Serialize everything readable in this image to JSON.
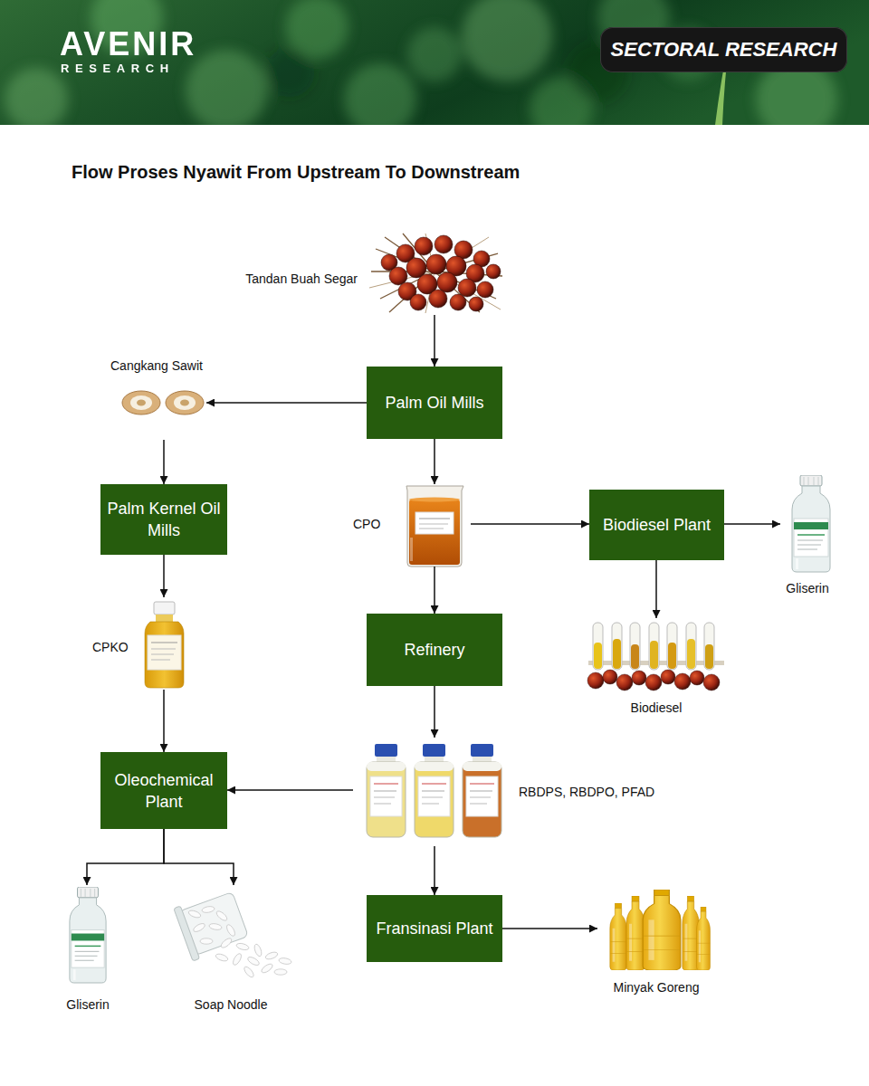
{
  "diagram": {
    "title": "Flow Proses Nyawit From Upstream To Downstream",
    "nodes": [
      {
        "text": [
          "SECTORAL RESEARCH"
        ]
      },
      {
        "text": [
          "Tandan Buah Segar"
        ]
      },
      {
        "text": [
          "Cangkang Sawit"
        ]
      },
      {
        "text": [
          "Palm Oil Mills"
        ]
      },
      {
        "text": [
          "Palm Kernel Oil Mills"
        ]
      },
      {
        "text": [
          "CPO"
        ]
      },
      {
        "text": [
          "Biodiesel Plant"
        ]
      },
      {
        "text": [
          "Gliserin"
        ]
      },
      {
        "text": [
          "Refinery"
        ]
      },
      {
        "text": [
          "CPKO"
        ]
      },
      {
        "text": [
          "Biodiesel"
        ]
      },
      {
        "text": [
          "Oleochemical Plant"
        ]
      },
      {
        "text": [
          "RBDPS, RBDPO, PFAD"
        ]
      },
      {
        "text": [
          "Fransinasi Plant"
        ]
      },
      {
        "text": [
          "Minyak Goreng"
        ]
      },
      {
        "text": [
          "Gliserin"
        ]
      },
      {
        "text": [
          "Soap Noodle"
        ]
      }
    ],
    "edges": [
      {
        "from": 1,
        "to": 3,
        "arrow": "to"
      },
      {
        "from": 3,
        "to": 2,
        "arrow": "to"
      },
      {
        "from": 2,
        "to": 4,
        "arrow": "to"
      },
      {
        "from": 3,
        "to": 5,
        "arrow": "to"
      },
      {
        "from": 4,
        "to": 9,
        "arrow": "to"
      },
      {
        "from": 5,
        "to": 6,
        "arrow": "to"
      },
      {
        "from": 6,
        "to": 7,
        "arrow": "to"
      },
      {
        "from": 6,
        "to": 10,
        "arrow": "to"
      },
      {
        "from": 5,
        "to": 8,
        "arrow": "to"
      },
      {
        "from": 9,
        "to": 11,
        "arrow": "to"
      },
      {
        "from": 8,
        "to": 12,
        "arrow": "to"
      },
      {
        "from": 12,
        "to": 11,
        "arrow": "to"
      },
      {
        "from": 12,
        "to": 13,
        "arrow": "to"
      },
      {
        "from": 13,
        "to": 14,
        "arrow": "to"
      },
      {
        "from": 11,
        "to": 15,
        "arrow": "to"
      },
      {
        "from": 11,
        "to": 16,
        "arrow": "to"
      }
    ],
    "labels": [
      "AVENIR",
      "RESEARCH"
    ]
  }
}
